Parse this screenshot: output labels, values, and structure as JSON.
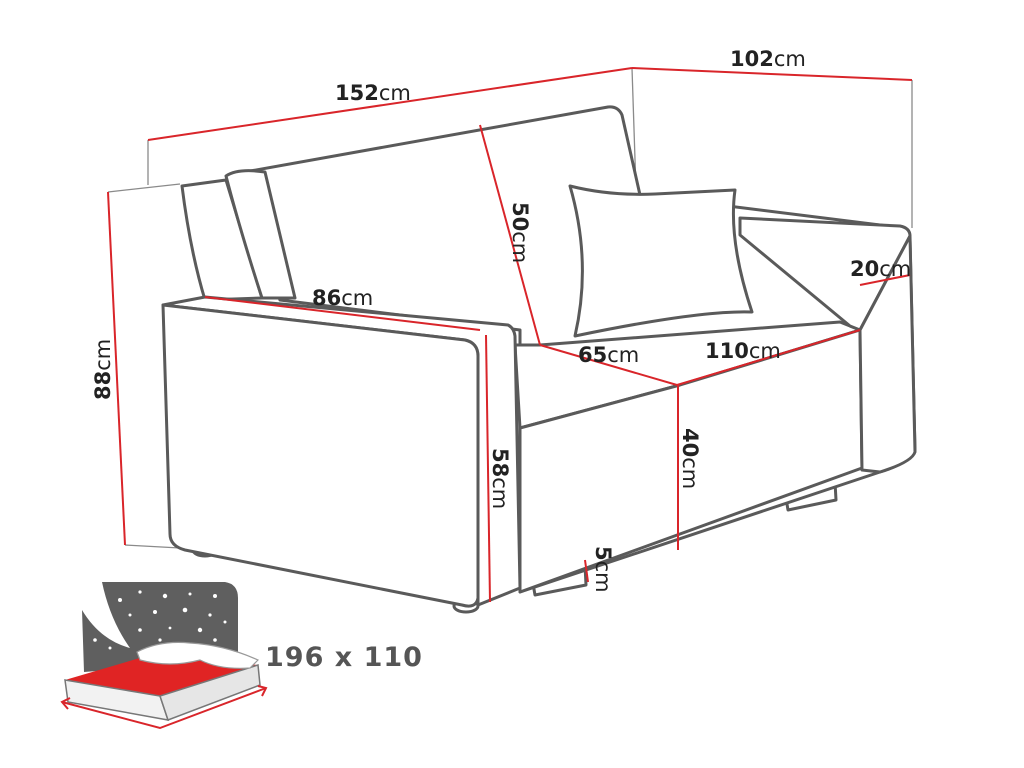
{
  "unit": "cm",
  "dimensions": {
    "width": {
      "value": "152",
      "unit": "cm"
    },
    "depth": {
      "value": "102",
      "unit": "cm"
    },
    "height": {
      "value": "88",
      "unit": "cm"
    },
    "backrest_height": {
      "value": "50",
      "unit": "cm"
    },
    "armrest_width": {
      "value": "20",
      "unit": "cm"
    },
    "armrest_length": {
      "value": "86",
      "unit": "cm"
    },
    "seat_depth": {
      "value": "65",
      "unit": "cm"
    },
    "seat_width": {
      "value": "110",
      "unit": "cm"
    },
    "armrest_height": {
      "value": "58",
      "unit": "cm"
    },
    "seat_height": {
      "value": "40",
      "unit": "cm"
    },
    "leg_height": {
      "value": "5",
      "unit": "cm"
    }
  },
  "sleeping_area": {
    "label": "196 x 110",
    "icon": "bed-night-icon"
  },
  "colors": {
    "outline": "#5a5a5a",
    "dimension_line": "#d9252a",
    "bed_sheet": "#e02424",
    "night_sky": "#5f5f5f"
  }
}
